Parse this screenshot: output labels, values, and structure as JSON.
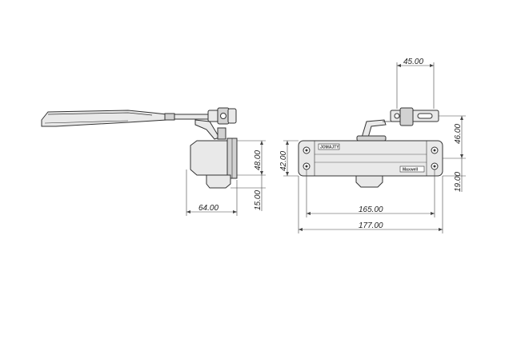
{
  "drawing": {
    "side_view": {
      "width_dim": "64.00",
      "body_height_dim": "48.00",
      "bracket_height_dim": "15.00"
    },
    "front_view": {
      "arm_span_dim": "45.00",
      "arm_height_dim": "46.00",
      "body_height_dim": "42.00",
      "bottom_offset_dim": "19.00",
      "hole_spacing_dim": "165.00",
      "overall_length_dim": "177.00",
      "brand_label_top": "JOMAJTY",
      "brand_label_bottom": "Maxwell"
    }
  },
  "colors": {
    "line": "#333333",
    "body_fill": "#e9e9e9",
    "shade_fill": "#d2d2d2",
    "dim_line": "#444444"
  }
}
